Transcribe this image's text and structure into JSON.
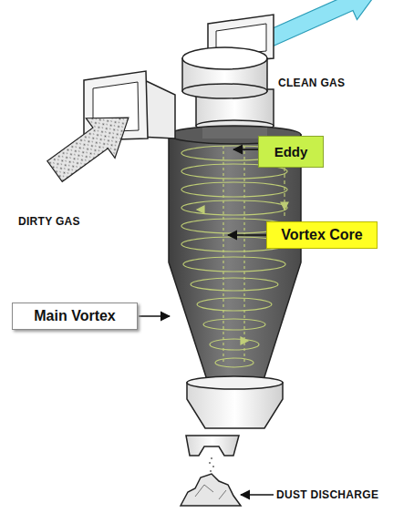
{
  "diagram": {
    "nodes": [
      {
        "text": [
          "Eddy"
        ]
      },
      {
        "text": [
          "Vortex Core"
        ]
      },
      {
        "text": [
          "Main Vortex"
        ]
      }
    ],
    "labels": [
      "CLEAN GAS",
      "DIRTY GAS",
      "DUST DISCHARGE"
    ]
  }
}
